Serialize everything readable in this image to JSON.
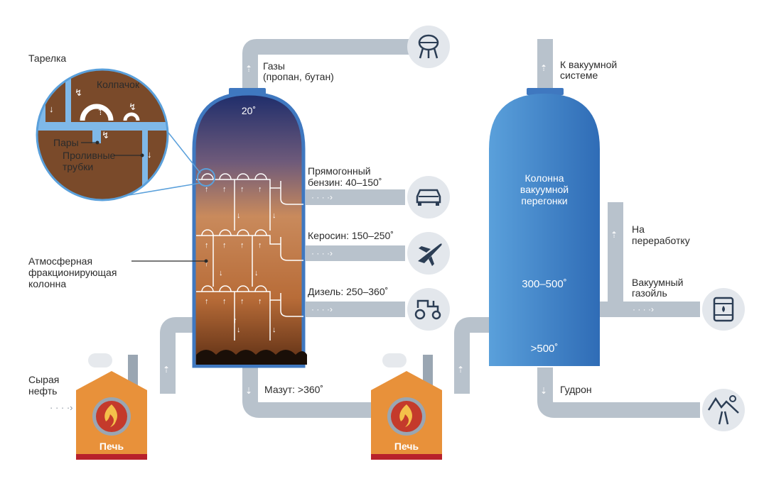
{
  "labels": {
    "plate": "Тарелка",
    "cap": "Колпачок",
    "vapors": "Пары",
    "downcomer_l1": "Проливные",
    "downcomer_l2": "трубки",
    "column_l1": "Атмосферная",
    "column_l2": "фракционирующая",
    "column_l3": "колонна",
    "crude_l1": "Сырая",
    "crude_l2": "нефть",
    "furnace1": "Печь",
    "furnace2": "Печь",
    "top_temp": "20˚",
    "gases_l1": "Газы",
    "gases_l2": "(пропан, бутан)",
    "gasoline_l1": "Прямогонный",
    "gasoline_l2": "бензин: 40–150˚",
    "kerosene": "Керосин: 150–250˚",
    "diesel": "Дизель: 250–360˚",
    "mazut": "Мазут: >360˚",
    "vac_col_l1": "Колонна",
    "vac_col_l2": "вакуумной",
    "vac_col_l3": "перегонки",
    "vac_temp_mid": "300–500˚",
    "vac_temp_bot": ">500˚",
    "vac_sys_l1": "К вакуумной",
    "vac_sys_l2": "системе",
    "recycle_l1": "На",
    "recycle_l2": "переработку",
    "vgo_l1": "Вакуумный",
    "vgo_l2": "газойль",
    "tar": "Гудрон"
  },
  "icons": [
    "gas-tank-icon",
    "car-icon",
    "airplane-icon",
    "tractor-icon",
    "oil-barrel-icon",
    "road-icon",
    "flame-icon"
  ],
  "colors": {
    "pipe": "#b8c2cc",
    "furnace": "#e8913a",
    "furnace_base": "#b8212b",
    "column_top": "#1e2d6b",
    "column_bottom": "#c7702a",
    "vacuum_column": "#3d82c9",
    "icon_bg": "#e3e7ec",
    "icon_stroke": "#2c3e55"
  }
}
